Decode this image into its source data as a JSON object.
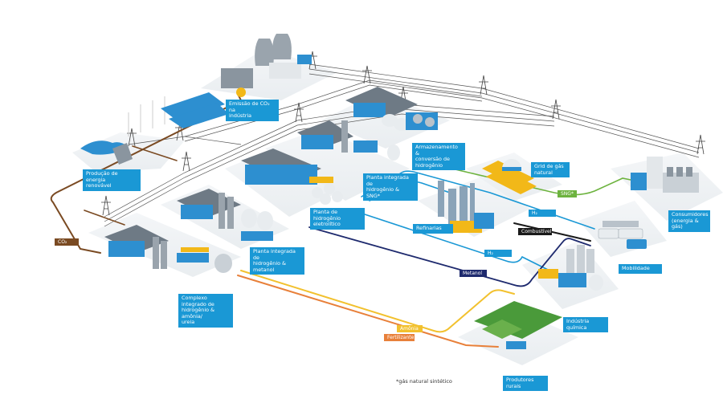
{
  "diagram": {
    "title": "Ecossistema do hidrogênio",
    "facilities": [
      {
        "id": "renovavel",
        "lines": [
          "Produção de energia",
          "renovável"
        ]
      },
      {
        "id": "co2-industria",
        "lines": [
          "Emissão de CO₂ na",
          "indústria"
        ]
      },
      {
        "id": "armazenamento",
        "lines": [
          "Armazenamento &",
          "conversão de",
          "hidrogênio"
        ]
      },
      {
        "id": "grid-gas",
        "lines": [
          "Grid de gás",
          "natural"
        ]
      },
      {
        "id": "planta-sng",
        "lines": [
          "Planta integrada de",
          "hidrogênio & SNG*"
        ]
      },
      {
        "id": "planta-eletrolitico",
        "lines": [
          "Planta de hidrogênio",
          "eletrolítico"
        ]
      },
      {
        "id": "refinarias",
        "lines": [
          "Refinarias"
        ]
      },
      {
        "id": "consumidores",
        "lines": [
          "Consumidores",
          "(energia & gás)"
        ]
      },
      {
        "id": "mobilidade",
        "lines": [
          "Mobilidade"
        ]
      },
      {
        "id": "planta-metanol",
        "lines": [
          "Planta integrada de",
          "hidrogênio & metanol"
        ]
      },
      {
        "id": "complexo-amonia",
        "lines": [
          "Complexo integrado de",
          "hidrogênio & amônia/",
          "ureia"
        ]
      },
      {
        "id": "industria-quimica",
        "lines": [
          "Indústria química"
        ]
      },
      {
        "id": "produtores-rurais",
        "lines": [
          "Produtores rurais"
        ]
      }
    ],
    "flows": [
      {
        "id": "co2",
        "label": "CO₂",
        "color": "#7a4a22"
      },
      {
        "id": "sng",
        "label": "SNG*",
        "color": "#6db33f"
      },
      {
        "id": "h2-a",
        "label": "H₂",
        "color": "#1a98d5"
      },
      {
        "id": "h2-b",
        "label": "H₂",
        "color": "#1a98d5"
      },
      {
        "id": "combustivel",
        "label": "Combustível",
        "color": "#1a1a1a"
      },
      {
        "id": "metanol",
        "label": "Metanol",
        "color": "#1e2a6e"
      },
      {
        "id": "amonia",
        "label": "Amônia",
        "color": "#f2c12e"
      },
      {
        "id": "fertilizante",
        "label": "Fertilizante",
        "color": "#e8803a"
      }
    ],
    "footnote": "*gás natural sintético",
    "colors": {
      "label_bg": "#1a98d5",
      "power_line": "#555555",
      "ground": "#f1f3f5",
      "building_blue": "#2d8fd0",
      "building_grey": "#8a959f",
      "tank_white": "#e8ecef",
      "yellow_equipment": "#f2b818",
      "crop_green": "#4a9a3a"
    }
  }
}
